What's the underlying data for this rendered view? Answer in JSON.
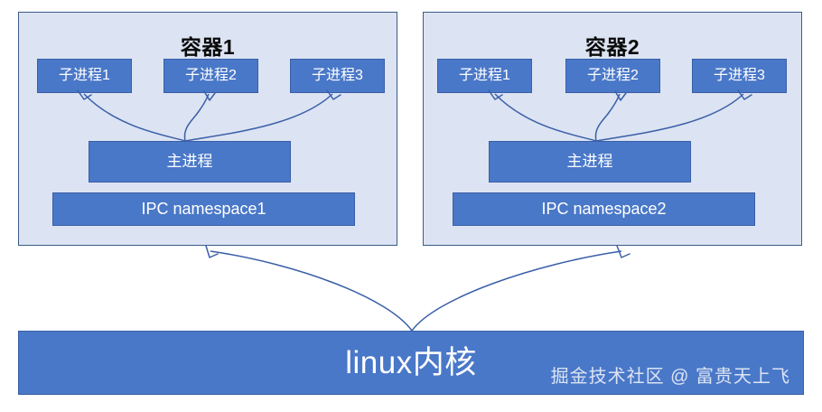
{
  "diagram": {
    "title_text": "linux内核",
    "watermark": "掘金技术社区 @ 富贵天上飞",
    "colors": {
      "panel_fill": "#dce3f2",
      "panel_border": "#3c5c8a",
      "box_fill": "#4a78c8",
      "box_border": "#3a5fa8",
      "arrow": "#3a5fa8",
      "box_text": "#ffffff",
      "title_text": "#0a0a0a",
      "page_background": "#ffffff"
    },
    "containers": [
      {
        "title": "容器1",
        "children": [
          "子进程1",
          "子进程2",
          "子进程3"
        ],
        "main_process": "主进程",
        "namespace": "IPC namespace1"
      },
      {
        "title": "容器2",
        "children": [
          "子进程1",
          "子进程2",
          "子进程3"
        ],
        "main_process": "主进程",
        "namespace": "IPC namespace2"
      }
    ],
    "kernel": {
      "label": "linux内核"
    }
  }
}
